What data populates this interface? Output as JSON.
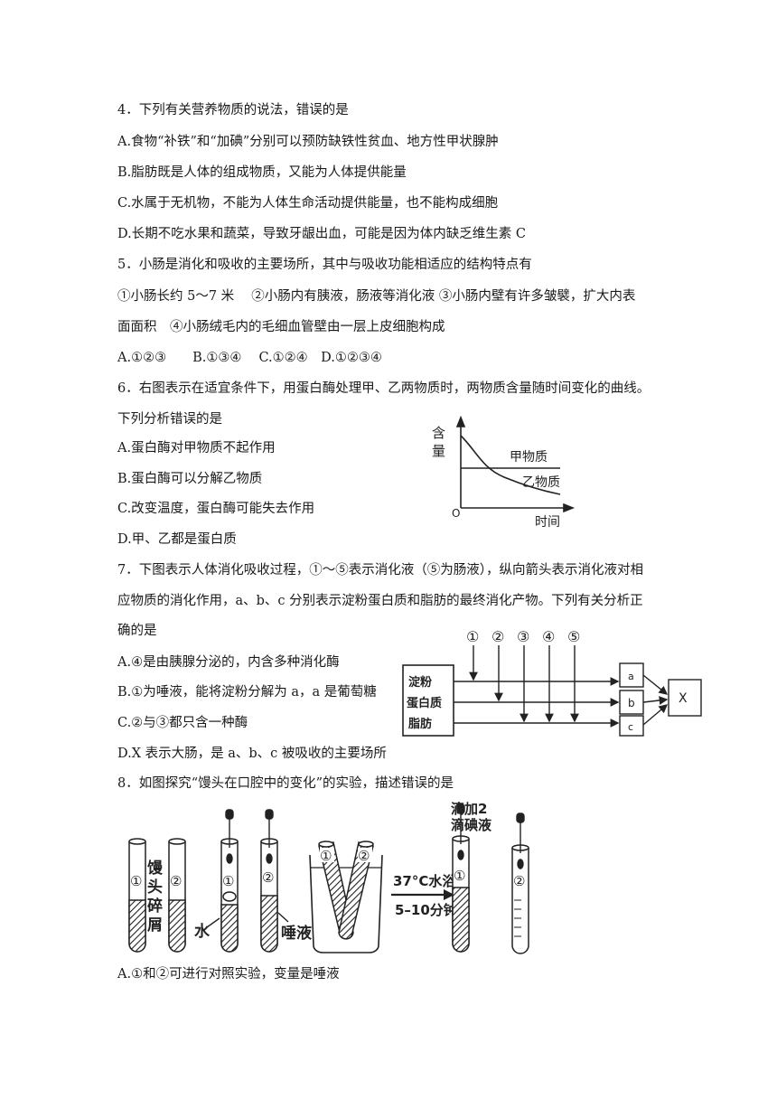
{
  "questions": {
    "q4": {
      "stem": "4．下列有关营养物质的说法，错误的是",
      "a": "A.食物“补铁”和“加碘”分别可以预防缺铁性贫血、地方性甲状腺肿",
      "b": "B.脂肪既是人体的组成物质，又能为人体提供能量",
      "c": "C.水属于无机物，不能为人体生命活动提供能量，也不能构成细胞",
      "d": "D.长期不吃水果和蔬菜，导致牙龈出血，可能是因为体内缺乏维生素 C"
    },
    "q5": {
      "stem": "5．小肠是消化和吸收的主要场所，其中与吸收功能相适应的结构特点有",
      "line1": "①小肠长约 5～7 米　 ②小肠内有胰液，肠液等消化液 ③小肠内壁有许多皱襞，扩大内表",
      "line2": "面面积　④小肠绒毛内的毛细血管壁由一层上皮细胞构成",
      "options": "A.①②③　　B.①③④　 C.①②④　D.①②③④"
    },
    "q6": {
      "stem1": "6．右图表示在适宜条件下，用蛋白酶处理甲、乙两物质时，两物质含量随时间变化的曲线。",
      "stem2": "下列分析错误的是",
      "a": "A.蛋白酶对甲物质不起作用",
      "b": "B.蛋白酶可以分解乙物质",
      "c": "C.改变温度，蛋白酶可能失去作用",
      "d": "D.甲、乙都是蛋白质",
      "figure": {
        "ylabel_1": "含",
        "ylabel_2": "量",
        "xlabel": "时间",
        "origin": "O",
        "series_a": "甲物质",
        "series_b": "乙物质"
      }
    },
    "q7": {
      "stem1": "7．下图表示人体消化吸收过程，①～⑤表示消化液（⑤为肠液），纵向箭头表示消化液对相",
      "stem2": "应物质的消化作用，a、b、c 分别表示淀粉蛋白质和脂肪的最终消化产物。下列有关分析正",
      "stem3": "确的是",
      "a": "A.④是由胰腺分泌的，内含多种消化酶",
      "b": "B.①为唾液，能将淀粉分解为 a，a 是葡萄糖",
      "c": "C.②与③都只含一种酶",
      "d": "D.X 表示大肠，是 a、b、c 被吸收的主要场所",
      "figure": {
        "juices": [
          "①",
          "②",
          "③",
          "④",
          "⑤"
        ],
        "substances": [
          "淀粉",
          "蛋白质",
          "脂肪"
        ],
        "products": [
          "a",
          "b",
          "c"
        ],
        "x_label": "X"
      }
    },
    "q8": {
      "stem": "8．如图探究“馒头在口腔中的变化”的实验，描述错误的是",
      "a": "A.①和②可进行对照实验，变量是唾液",
      "figure": {
        "tube1": "①",
        "tube2": "②",
        "mantou_1": "馒",
        "mantou_2": "头",
        "mantou_3": "碎",
        "mantou_4": "屑",
        "water": "水",
        "saliva": "唾液",
        "bath_1": "37°C水浴",
        "bath_2": "5–10分钟",
        "iodine_1": "滴加2",
        "iodine_2": "滴碘液"
      }
    }
  }
}
